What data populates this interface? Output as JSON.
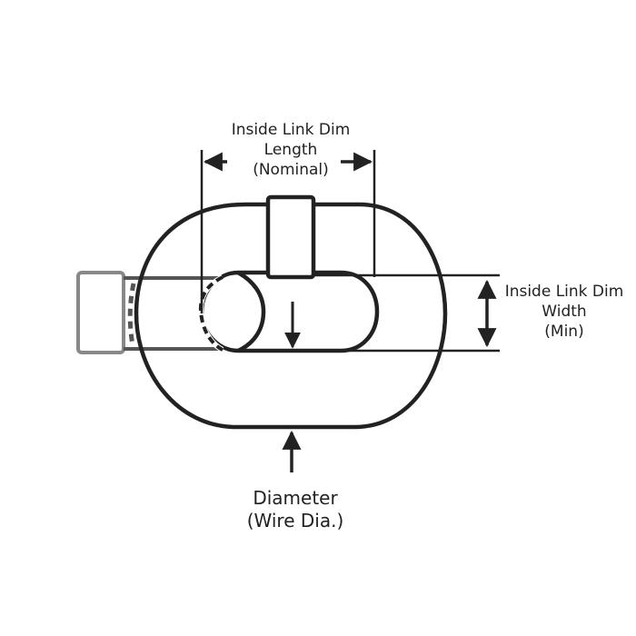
{
  "diagram": {
    "labels": {
      "length": {
        "line1": "Inside Link Dim",
        "line2": "Length",
        "line3": "(Nominal)"
      },
      "width": {
        "line1": "Inside Link Dim",
        "line2": "Width",
        "line3": "(Min)"
      },
      "diameter": {
        "line1": "Diameter",
        "line2": "(Wire Dia.)"
      }
    },
    "colors": {
      "stroke": "#222222",
      "faded_stroke": "#888888",
      "background": "#ffffff"
    }
  }
}
